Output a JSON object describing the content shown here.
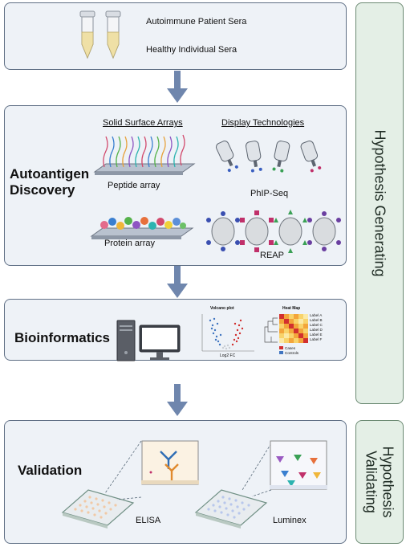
{
  "sera": {
    "patient": "Autoimmune Patient Sera",
    "healthy": "Healthy Individual Sera"
  },
  "discovery": {
    "title_line1": "Autoantigen",
    "title_line2": "Discovery",
    "solid_header": "Solid Surface Arrays",
    "display_header": "Display Technologies",
    "peptide_array": "Peptide array",
    "protein_array": "Protein array",
    "phip_seq": "PhIP-Seq",
    "reap": "REAP"
  },
  "bioinformatics": {
    "title": "Bioinformatics",
    "volcano_title": "Volcano plot",
    "volcano_xlabel": "Log2 FC",
    "heatmap_title": "Heat Map",
    "heatmap_labels": [
      "Label A",
      "Label B",
      "Label C",
      "Label D",
      "Label E",
      "Label F"
    ],
    "legend_cases": "Cases",
    "legend_controls": "Controls"
  },
  "validation": {
    "title": "Validation",
    "elisa": "ELISA",
    "luminex": "Luminex"
  },
  "side_labels": {
    "generating": "Hypothesis Generating",
    "validating_line1": "Hypothesis",
    "validating_line2": "Validating"
  },
  "colors": {
    "panel_border": "#5f6f85",
    "panel_fill": "#eef2f7",
    "side_border": "#6c8a73",
    "side_fill": "#e4efe6",
    "arrow": "#6f86ad",
    "cases": "#d2302f",
    "controls": "#3f74c0"
  }
}
